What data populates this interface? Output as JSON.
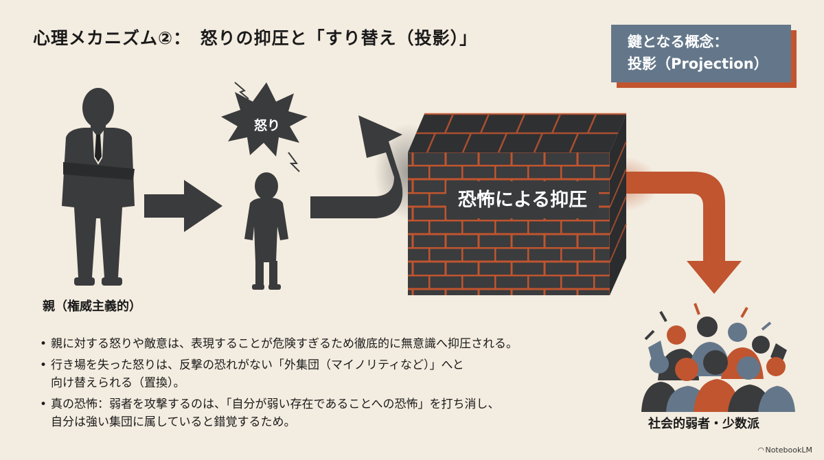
{
  "title": "心理メカニズム②：　怒りの抑圧と「すり替え（投影）」",
  "concept": {
    "line1": "鍵となる概念：",
    "line2": "投影（Projection）"
  },
  "labels": {
    "anger": "怒り",
    "wall": "恐怖による抑圧",
    "parent": "親（権威主義的）",
    "minority": "社会的弱者・少数派"
  },
  "bullets": [
    "親に対する怒りや敵意は、表現することが危険すぎるため徹底的に無意識へ抑圧される。",
    "行き場を失った怒りは、反撃の恐れがない「外集団（マイノリティなど）」へと\n向け替えられる（置換）。",
    "真の恐怖：弱者を攻撃するのは、「自分が弱い存在であることへの恐怖」を打ち消し、\n自分は強い集団に属していると錯覚するため。"
  ],
  "footer": "NotebookLM",
  "colors": {
    "background": "#f3ece0",
    "figure": "#3a3b3d",
    "accent": "#c0552f",
    "concept_box": "#64778a"
  }
}
